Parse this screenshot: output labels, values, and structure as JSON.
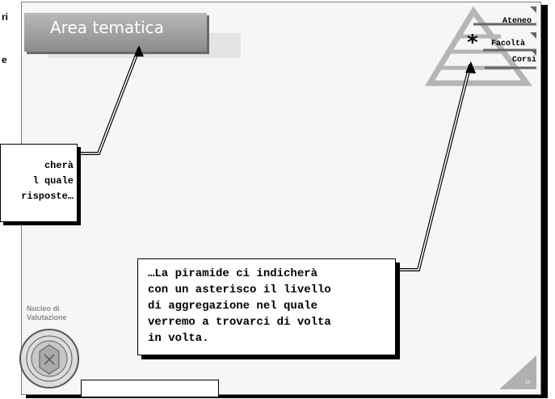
{
  "left_fragments": [
    "ri",
    "e"
  ],
  "title": "Area tematica",
  "pyramid": {
    "levels": [
      "Ateneo",
      "Facoltà",
      "Corsi"
    ],
    "current_level_marker": "*",
    "current_level": "Facoltà"
  },
  "callout_left": {
    "lines": [
      "cherà",
      "l quale",
      "risposte…"
    ]
  },
  "callout_main": {
    "text": "…La piramide ci indicherà\ncon un asterisco il livello\ndi aggregazione nel quale\nverremo a trovarci di volta\nin volta."
  },
  "nucleo_label": "Nucleo di\nValutazione",
  "page_number": "15",
  "colors": {
    "title_box": "#9e9e9e",
    "pyramid": "#b5b5b5",
    "accent": "#000000"
  }
}
